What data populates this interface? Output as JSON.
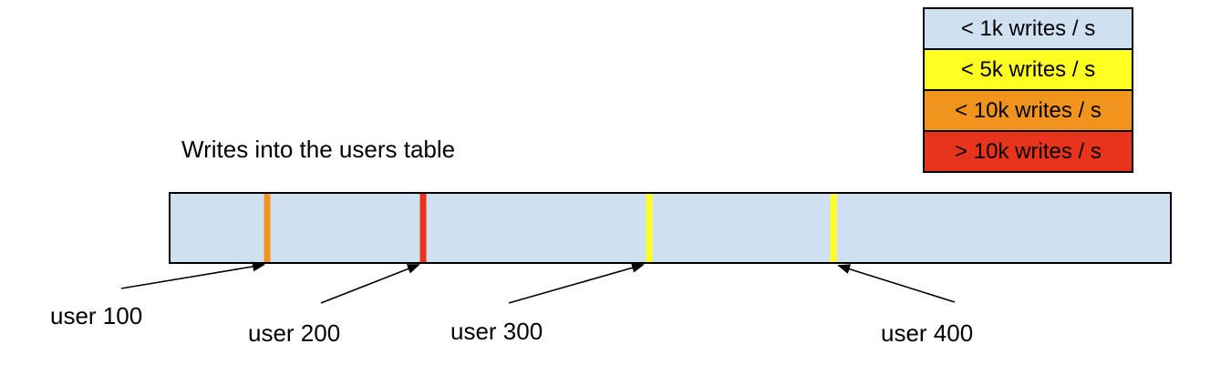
{
  "title": "Writes into the users table",
  "legend": {
    "items": [
      {
        "label": "< 1k writes / s",
        "color": "#cfe0f1"
      },
      {
        "label": "< 5k writes / s",
        "color": "#ffff22"
      },
      {
        "label": "< 10k writes / s",
        "color": "#f0941e"
      },
      {
        "label": "> 10k writes / s",
        "color": "#e8341c"
      }
    ]
  },
  "bar": {
    "fill": "#cfe0f1",
    "markers": [
      {
        "label": "user 100",
        "band": "< 10k writes / s",
        "color": "#f0941e",
        "position_pct": 9.7
      },
      {
        "label": "user 200",
        "band": "> 10k writes / s",
        "color": "#e8341c",
        "position_pct": 25.3
      },
      {
        "label": "user 300",
        "band": "< 5k writes / s",
        "color": "#ffff22",
        "position_pct": 47.9
      },
      {
        "label": "user 400",
        "band": "< 5k writes / s",
        "color": "#ffff22",
        "position_pct": 66.3
      }
    ]
  }
}
